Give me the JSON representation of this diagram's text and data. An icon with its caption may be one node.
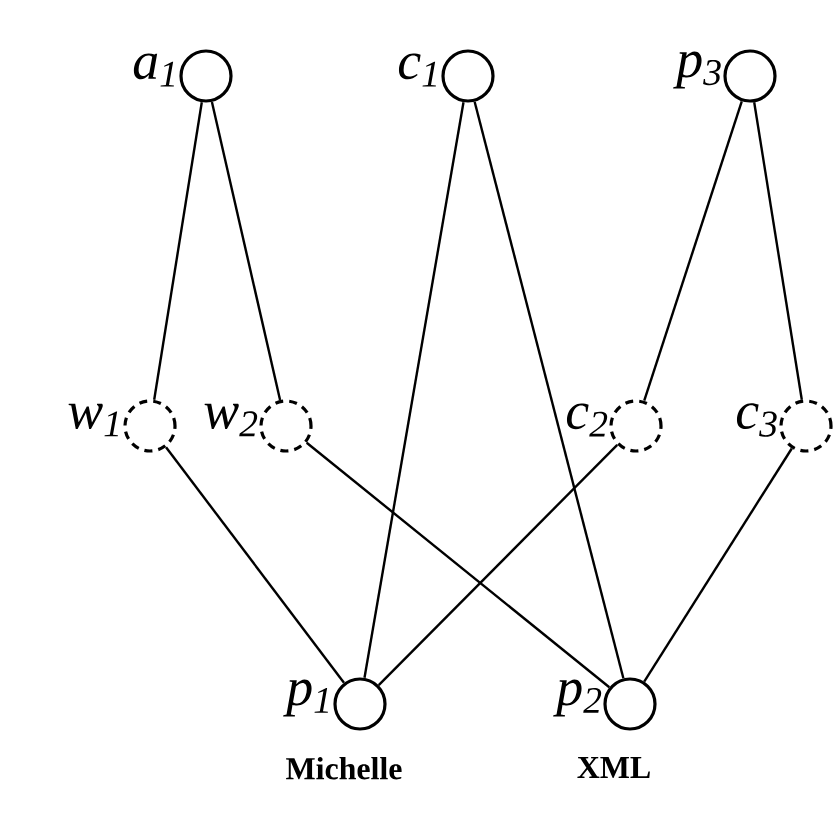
{
  "diagram": {
    "nodes": [
      {
        "text": [],
        "shape": "circle",
        "beside": [
          "a$_{1}$"
        ]
      },
      {
        "text": [],
        "shape": "circle",
        "beside": [
          "c$_{1}$"
        ]
      },
      {
        "text": [],
        "shape": "circle",
        "beside": [
          "p$_{3}$"
        ]
      },
      {
        "text": [],
        "shape": "circle",
        "beside": [
          "w$_{1}$"
        ]
      },
      {
        "text": [],
        "shape": "circle",
        "beside": [
          "w$_{2}$"
        ]
      },
      {
        "text": [],
        "shape": "circle",
        "beside": [
          "c$_{2}$"
        ]
      },
      {
        "text": [],
        "shape": "circle",
        "beside": [
          "c$_{3}$"
        ]
      },
      {
        "text": [],
        "shape": "circle",
        "beside": [
          "p$_{1}$",
          "Michelle"
        ]
      },
      {
        "text": [],
        "shape": "circle",
        "beside": [
          "p$_{2}$",
          "XML"
        ]
      }
    ],
    "edges": [
      {
        "from": 0,
        "to": 3,
        "arrow": "none"
      },
      {
        "from": 0,
        "to": 4,
        "arrow": "none"
      },
      {
        "from": 1,
        "to": 7,
        "arrow": "none"
      },
      {
        "from": 1,
        "to": 8,
        "arrow": "none"
      },
      {
        "from": 2,
        "to": 5,
        "arrow": "none"
      },
      {
        "from": 2,
        "to": 6,
        "arrow": "none"
      },
      {
        "from": 3,
        "to": 7,
        "arrow": "none"
      },
      {
        "from": 4,
        "to": 8,
        "arrow": "none"
      },
      {
        "from": 5,
        "to": 7,
        "arrow": "none"
      },
      {
        "from": 6,
        "to": 8,
        "arrow": "none"
      }
    ]
  }
}
